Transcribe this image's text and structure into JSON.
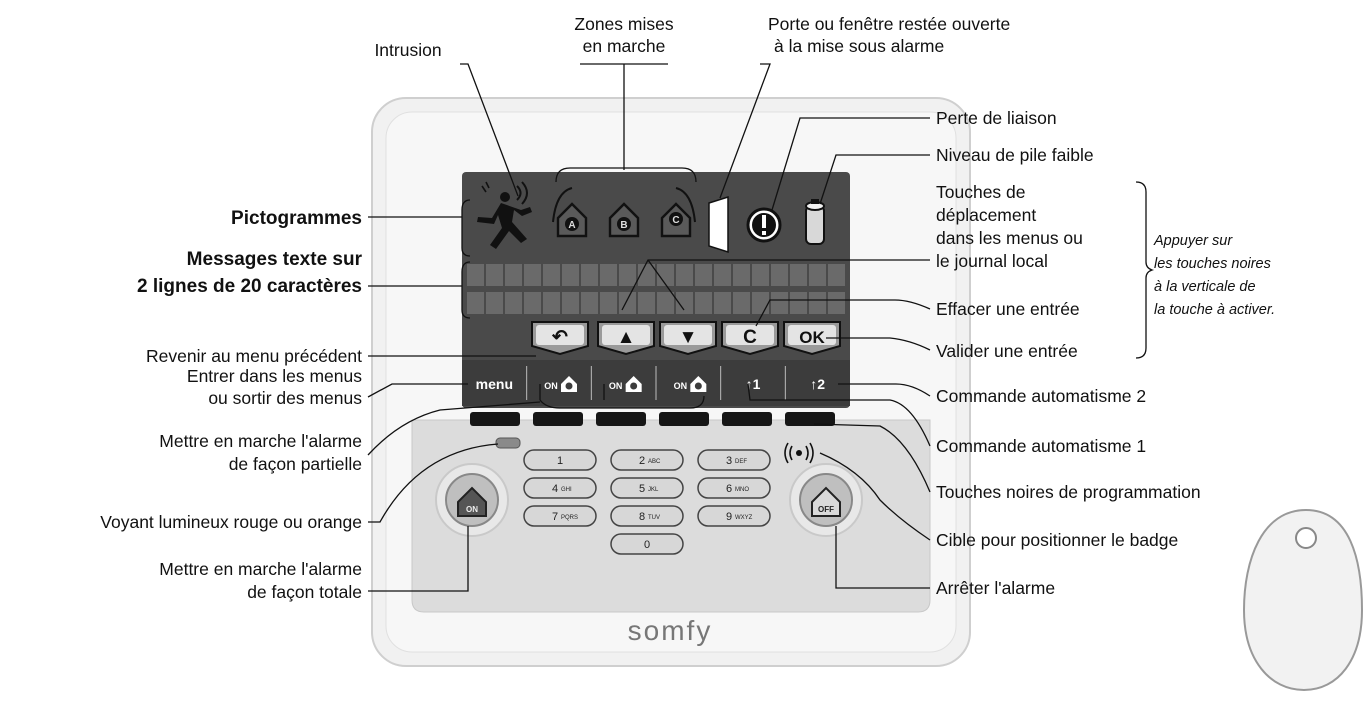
{
  "labels": {
    "intrusion": "Intrusion",
    "zones_line1": "Zones mises",
    "zones_line2": "en marche",
    "door_line1": "Porte ou fenêtre restée ouverte",
    "door_line2": "à la mise sous alarme",
    "link_loss": "Perte de liaison",
    "low_battery": "Niveau de pile faible",
    "move_keys_line1": "Touches de",
    "move_keys_line2": "déplacement",
    "move_keys_line3": "dans les menus ou",
    "move_keys_line4": "le journal local",
    "erase": "Effacer une entrée",
    "validate": "Valider une entrée",
    "auto2": "Commande automatisme 2",
    "auto1": "Commande automatisme 1",
    "black_keys": "Touches noires de programmation",
    "badge_target": "Cible pour positionner le badge",
    "stop_alarm": "Arrêter l'alarme",
    "pictograms": "Pictogrammes",
    "messages_line1": "Messages texte sur",
    "messages_line2": "2 lignes de 20 caractères",
    "back": "Revenir au menu précédent",
    "menus_line1": "Entrer dans les menus",
    "menus_line2": "ou sortir des menus",
    "partial_line1": "Mettre en marche l'alarme",
    "partial_line2": "de façon partielle",
    "led": "Voyant lumineux rouge ou orange",
    "total_line1": "Mettre en marche l'alarme",
    "total_line2": "de façon totale"
  },
  "note": {
    "line1": "Appuyer sur",
    "line2": "les touches noires",
    "line3": "à la verticale de",
    "line4": "la touche à activer."
  },
  "screen": {
    "nav_keys": [
      "↶",
      "▲",
      "▼",
      "C",
      "OK"
    ],
    "soft_keys": [
      "menu",
      "ON",
      "ON",
      "ON",
      "↑1",
      "↑2"
    ],
    "zone_letters": [
      "A",
      "B",
      "C"
    ]
  },
  "keypad": {
    "keys": [
      {
        "num": "1",
        "sub": ""
      },
      {
        "num": "2",
        "sub": "ABC"
      },
      {
        "num": "3",
        "sub": "DEF"
      },
      {
        "num": "4",
        "sub": "GHI"
      },
      {
        "num": "5",
        "sub": "JKL"
      },
      {
        "num": "6",
        "sub": "MNO"
      },
      {
        "num": "7",
        "sub": "PQRS"
      },
      {
        "num": "8",
        "sub": "TUV"
      },
      {
        "num": "9",
        "sub": "WXYZ"
      },
      {
        "num": "0",
        "sub": ""
      }
    ],
    "on_button": "ON",
    "off_button": "OFF"
  },
  "brand": "somfy",
  "colors": {
    "screen_dark": "#4a4a4a",
    "screen_row": "#6a6a6a",
    "frame": "#f0f0f0",
    "keypad_panel": "#dcdcdc",
    "led": "#8a8a8a"
  }
}
